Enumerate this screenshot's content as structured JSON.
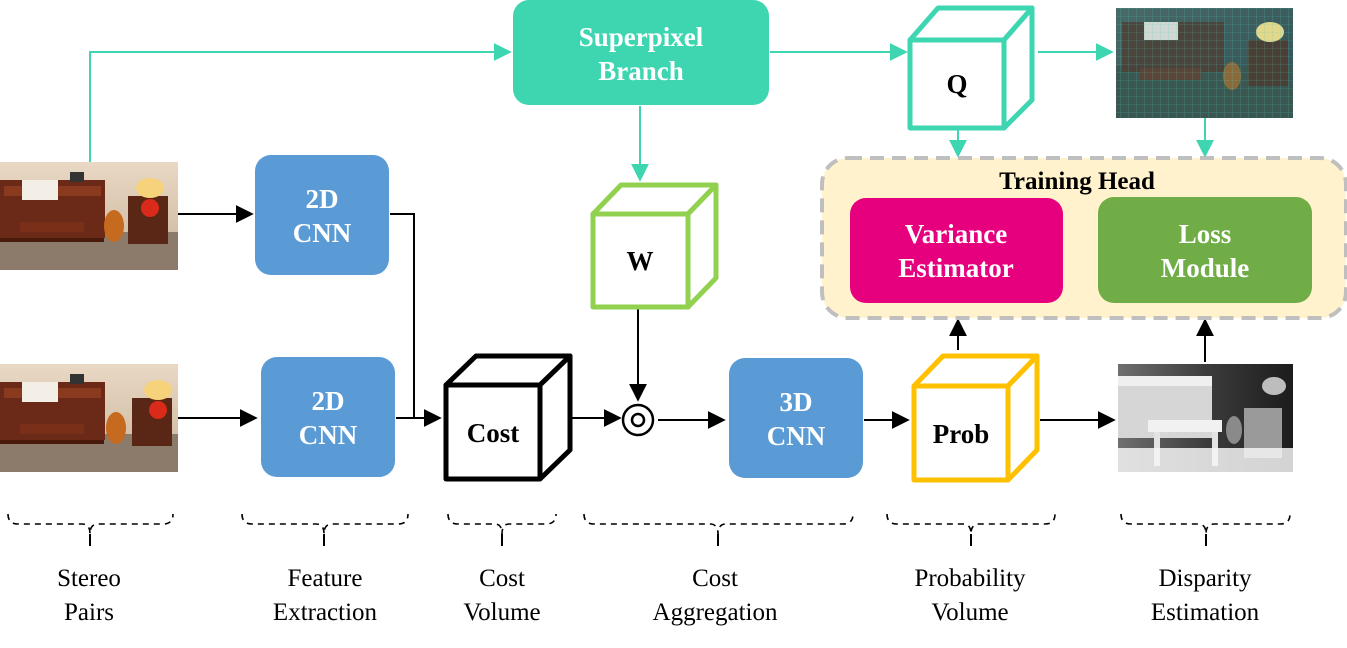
{
  "colors": {
    "teal": "#3dd6b1",
    "cnn_blue": "#5b9bd5",
    "w_green": "#92d050",
    "prob_yellow": "#ffc000",
    "variance_pink": "#e6007e",
    "loss_green": "#70ad47",
    "head_bg": "#fff2cc",
    "head_border": "#bfbfbf"
  },
  "boxes": {
    "superpixel": [
      "Superpixel",
      "Branch"
    ],
    "cnn2d_top": [
      "2D",
      "CNN"
    ],
    "cnn2d_bottom": [
      "2D",
      "CNN"
    ],
    "cnn3d": [
      "3D",
      "CNN"
    ],
    "variance": [
      "Variance",
      "Estimator"
    ],
    "loss": [
      "Loss",
      "Module"
    ]
  },
  "cubes": {
    "q": "Q",
    "w": "W",
    "cost": "Cost",
    "prob": "Prob"
  },
  "training_head_title": "Training Head",
  "stages": [
    [
      "Stereo",
      "Pairs"
    ],
    [
      "Feature",
      "Extraction"
    ],
    [
      "Cost",
      "Volume"
    ],
    [
      "Cost",
      "Aggregation"
    ],
    [
      "Probability",
      "Volume"
    ],
    [
      "Disparity",
      "Estimation"
    ]
  ],
  "icons": {
    "stereo_left": "piano-room-photo-icon",
    "stereo_right": "piano-room-photo-icon",
    "superpixel_output": "superpixel-overlay-photo-icon",
    "disparity_output": "disparity-map-icon",
    "multiply": "element-wise-product-icon"
  }
}
